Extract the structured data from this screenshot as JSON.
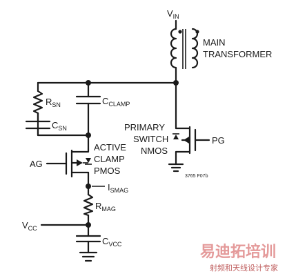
{
  "labels": {
    "vin": "V",
    "vin_sub": "IN",
    "transformer_line1": "MAIN",
    "transformer_line2": "TRANSFORMER",
    "rsn": "R",
    "rsn_sub": "SN",
    "csn": "C",
    "csn_sub": "SN",
    "cclamp": "C",
    "cclamp_sub": "CLAMP",
    "primary_line1": "PRIMARY",
    "primary_line2": "SWITCH",
    "primary_line3": "NMOS",
    "pg": "PG",
    "active_line1": "ACTIVE",
    "active_line2": "CLAMP",
    "active_line3": "PMOS",
    "ag": "AG",
    "ismag": "I",
    "ismag_sub": "SMAG",
    "rmag": "R",
    "rmag_sub": "MAG",
    "vcc": "V",
    "vcc_sub": "CC",
    "cvcc": "C",
    "cvcc_sub": "VCC",
    "figure_code": "3765 F07b"
  },
  "watermark": {
    "brand": "易迪拓培训",
    "tagline": "射频和天线设计专家",
    "color": "#e49a9a"
  }
}
